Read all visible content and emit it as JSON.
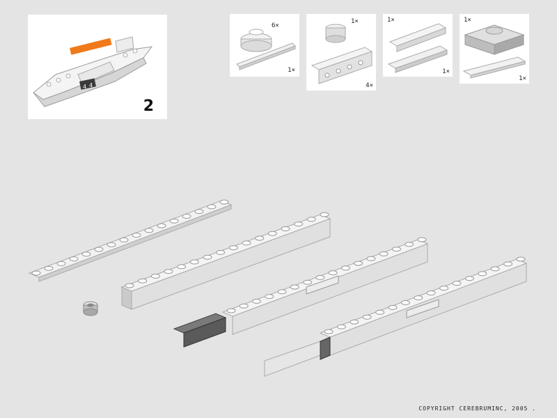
{
  "step": {
    "number": "2"
  },
  "preview": {
    "label_a": "4",
    "label_b": "4"
  },
  "parts": [
    {
      "name": "round-plate-and-plate-1x8",
      "qty_top": "6×",
      "qty_bottom": "1×"
    },
    {
      "name": "round-brick-and-technic-brick",
      "qty_top": "1×",
      "qty_bottom": "4×"
    },
    {
      "name": "tile-grille-and-plates",
      "qty_top": "1×",
      "qty_bottom": "1×"
    },
    {
      "name": "plate-2x2-and-plate-1x6",
      "qty_top": "1×",
      "qty_bottom": "1×"
    }
  ],
  "footer": {
    "copyright": "COPYRIGHT CEREBRUMINC, 2005 ."
  },
  "colors": {
    "background": "#e4e4e4",
    "panel": "#ffffff",
    "accent": "#f07a1a",
    "dark_part": "#5a5a5a"
  }
}
